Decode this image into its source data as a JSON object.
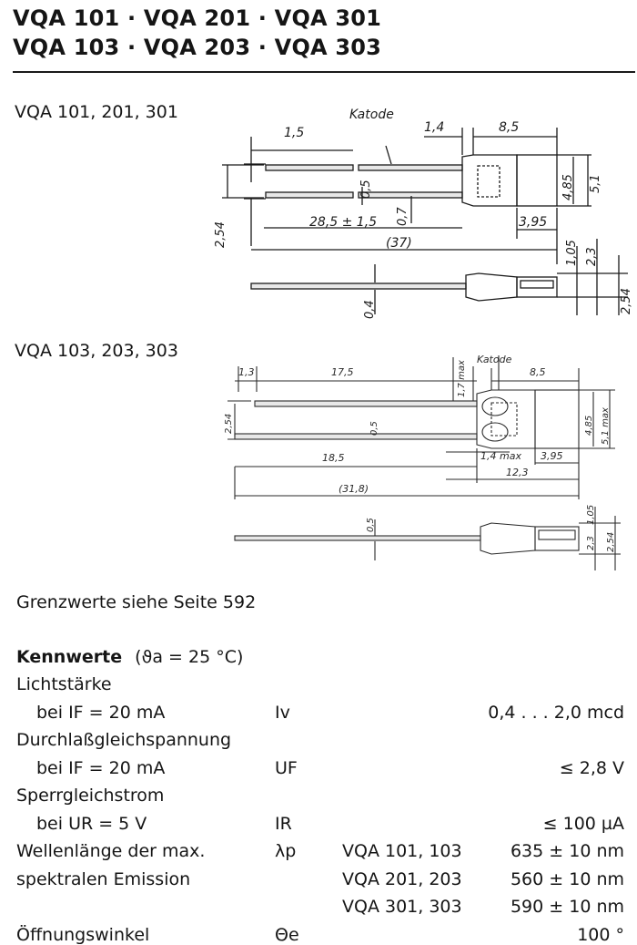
{
  "header": {
    "line1": "VQA 101 · VQA 201 · VQA 301",
    "line2": "VQA 103 · VQA 203 · VQA 303"
  },
  "drawing1": {
    "title": "VQA 101, 201, 301",
    "katode": "Katode",
    "d_1_5": "1,5",
    "d_1_4": "1,4",
    "d_8_5": "8,5",
    "d_0_5": "0,5",
    "d_0_7": "0,7",
    "d_28_5": "28,5 ± 1,5",
    "d_4_85": "4,85",
    "d_5_1": "5,1",
    "d_3_95": "3,95",
    "d_2_54": "2,54",
    "d_37": "(37)",
    "d_1_05": "1,05",
    "d_2_3": "2,3",
    "d_0_4": "0,4",
    "d_2_54b": "2,54"
  },
  "drawing2": {
    "title": "VQA 103, 203, 303",
    "katode": "Katode",
    "d_1_3": "1,3",
    "d_17_5": "17,5",
    "d_17max": "1,7 max",
    "d_8_5": "8,5",
    "d_2_54": "2,54",
    "d_4_85": "4,85",
    "d_5_1max": "5,1 max",
    "d_18_5": "18,5",
    "d_0_5": "0,5",
    "d_14max": "1,4 max",
    "d_3_95": "3,95",
    "d_12_3": "12,3",
    "d_31_8": "(31,8)",
    "d_0_5b": "0,5",
    "d_1_05": "1,05",
    "d_2_3": "2,3",
    "d_2_54b": "2,54"
  },
  "grenzwerte": "Grenzwerte siehe Seite 592",
  "kennwerte": {
    "heading": "Kennwerte",
    "condition": "(ϑa = 25 °C)",
    "rows": [
      {
        "label": "Lichtstärke",
        "indent": false,
        "symbol": "",
        "model": "",
        "value": ""
      },
      {
        "label": "bei IF = 20 mA",
        "indent": true,
        "symbol": "Iv",
        "model": "",
        "value": "0,4 . . . 2,0 mcd"
      },
      {
        "label": "Durchlaßgleichspannung",
        "indent": false,
        "symbol": "",
        "model": "",
        "value": ""
      },
      {
        "label": "bei IF = 20 mA",
        "indent": true,
        "symbol": "UF",
        "model": "",
        "value": "≤ 2,8 V"
      },
      {
        "label": "Sperrgleichstrom",
        "indent": false,
        "symbol": "",
        "model": "",
        "value": ""
      },
      {
        "label": "bei UR = 5 V",
        "indent": true,
        "symbol": "IR",
        "model": "",
        "value": "≤ 100 µA"
      },
      {
        "label": "Wellenlänge der max.",
        "indent": false,
        "symbol": "λp",
        "model": "VQA 101, 103",
        "value": "635 ± 10 nm"
      },
      {
        "label": "spektralen Emission",
        "indent": false,
        "symbol": "",
        "model": "VQA 201, 203",
        "value": "560 ± 10 nm"
      },
      {
        "label": "",
        "indent": false,
        "symbol": "",
        "model": "VQA 301, 303",
        "value": "590 ± 10 nm"
      },
      {
        "label": "Öffnungswinkel",
        "indent": false,
        "symbol": "Θe",
        "model": "",
        "value": "100 °"
      }
    ]
  }
}
